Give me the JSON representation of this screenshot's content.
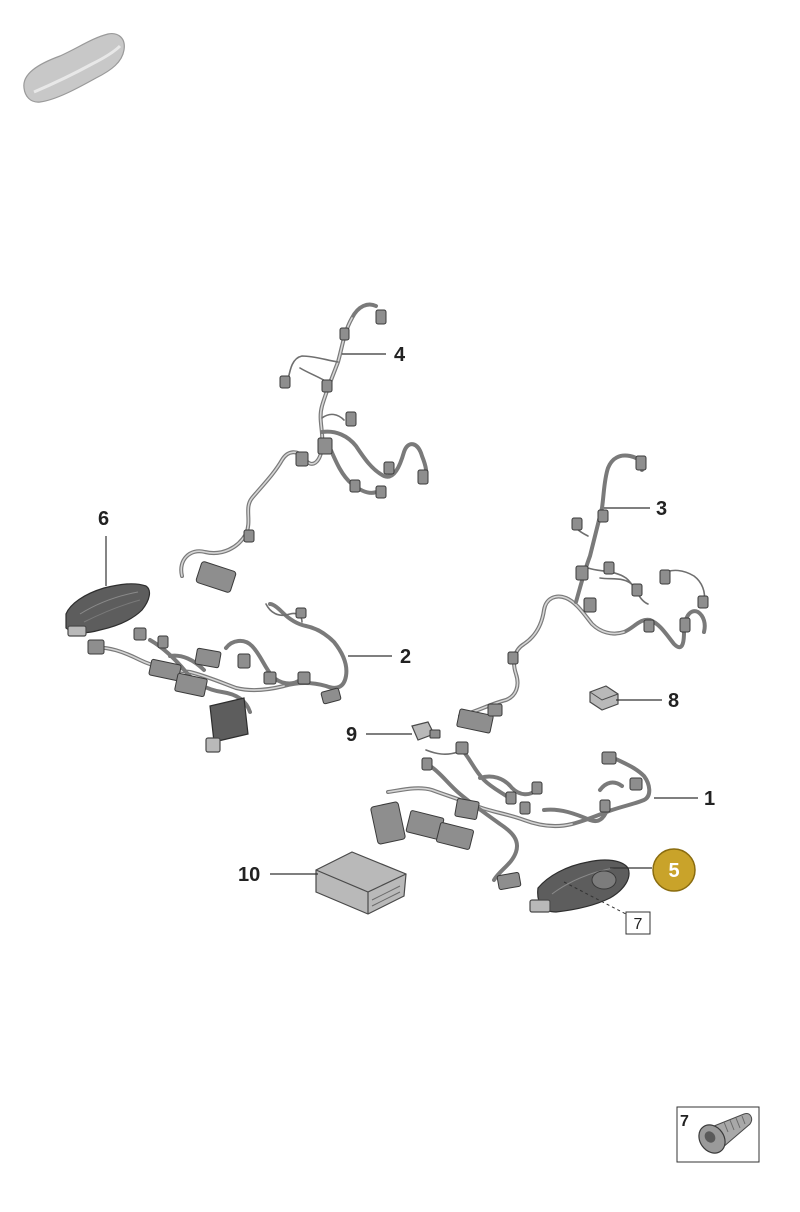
{
  "callouts": {
    "c1": "1",
    "c2": "2",
    "c3": "3",
    "c4": "4",
    "c5": "5",
    "c6": "6",
    "c7_ref": "7",
    "c8": "8",
    "c9": "9",
    "c10": "10"
  },
  "screw_box": {
    "label": "7"
  },
  "colors": {
    "highlight_fill": "#c9a32a",
    "highlight_stroke": "#8a6c0f",
    "wire": "#7a7a7a",
    "part_dark": "#5d5d5d",
    "part_light": "#b9b9b9"
  },
  "icons": {
    "vehicle": "car-silhouette-icon",
    "screw": "screw-icon"
  }
}
